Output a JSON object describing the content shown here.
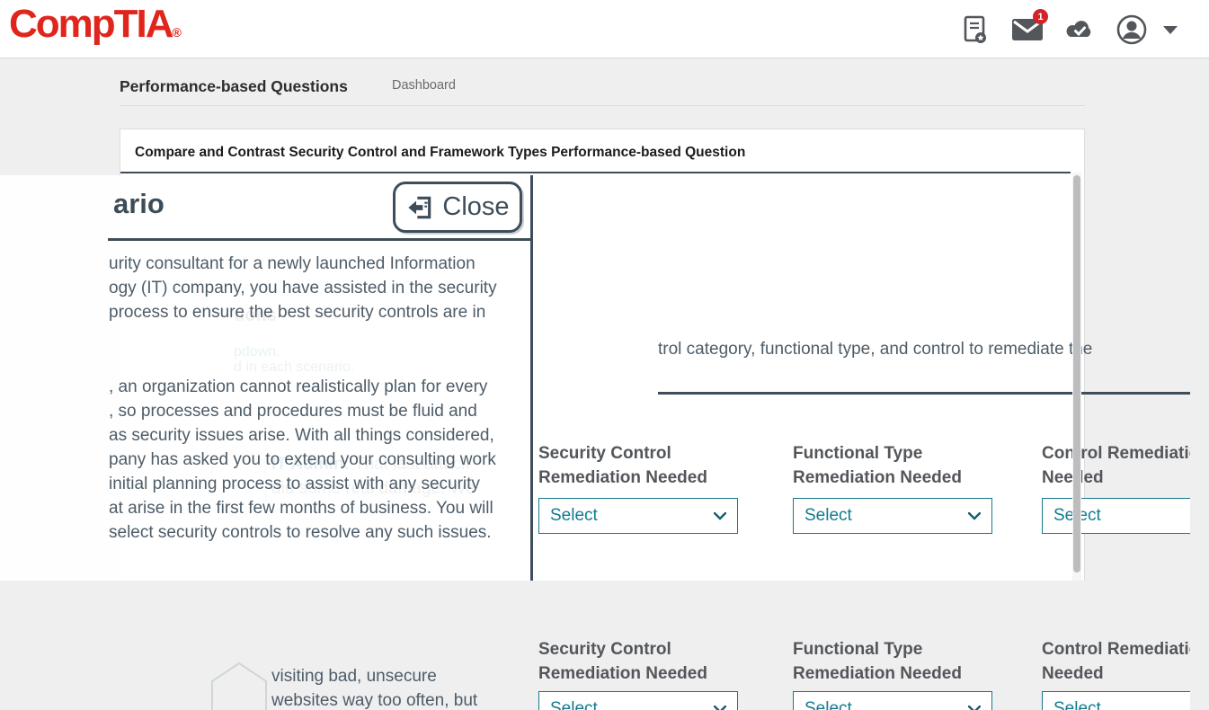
{
  "header": {
    "logo_text": "CompTIA",
    "logo_suffix": "®",
    "badge_count": "1",
    "icons": [
      "notes-icon",
      "mail-icon",
      "cloud-check-icon",
      "account-icon",
      "caret-down-icon"
    ]
  },
  "page": {
    "title": "Performance-based Questions",
    "breadcrumb": "Dashboard"
  },
  "card": {
    "title": "Compare and Contrast Security Control and Framework Types Performance-based Question",
    "instruction_fragment": "trol category, functional type, and control to remediate the",
    "ghosts": {
      "heading_fragment": "tions",
      "dropdown_fragment": "pdown.",
      "scenario_fragment": "d in each scenario.",
      "chat1_speaker": "IT Admin:",
      "chat1_line1_rest": "That last attack",
      "chat1_line2": "did some real damage! We",
      "chat2_line1": "visiting bad, unsecure",
      "chat2_line2": "websites way too often, but"
    },
    "form": {
      "rows": [
        {
          "columns": [
            {
              "header_line1": "Security Control",
              "header_line2": "Remediation Needed",
              "select_label": "Select"
            },
            {
              "header_line1": "Functional Type",
              "header_line2": "Remediation Needed",
              "select_label": "Select"
            },
            {
              "header_line1": "Control Remediation",
              "header_line2": "Needed",
              "select_label": "Select"
            }
          ]
        },
        {
          "columns": [
            {
              "header_line1": "Security Control",
              "header_line2": "Remediation Needed",
              "select_label": "Select"
            },
            {
              "header_line1": "Functional Type",
              "header_line2": "Remediation Needed",
              "select_label": "Select"
            },
            {
              "header_line1": "Control Remediation",
              "header_line2": "Needed",
              "select_label": "Select"
            }
          ]
        }
      ]
    }
  },
  "modal": {
    "title_fragment": "ario",
    "close_label": "Close",
    "paragraph1_lines": [
      "urity consultant for a newly launched Information",
      "ogy (IT) company, you have assisted in the security",
      "process to ensure the best security controls are in"
    ],
    "paragraph2_lines": [
      ", an organization cannot realistically plan for every",
      ", so processes and procedures must be fluid and",
      "as security issues arise. With all things considered,",
      "pany has asked you to extend your consulting work",
      "initial planning process to assist with any security",
      "at arise in the first few months of business. You will",
      "select security controls to resolve any such issues."
    ]
  },
  "colors": {
    "brand_red": "#e0251c",
    "icon_gray": "#53565a",
    "teal_accent": "#00758d",
    "dark_slate": "#3e4d59",
    "body_text": "#4d5c68",
    "badge_red": "#d2232a",
    "page_bg": "#efeff0"
  }
}
